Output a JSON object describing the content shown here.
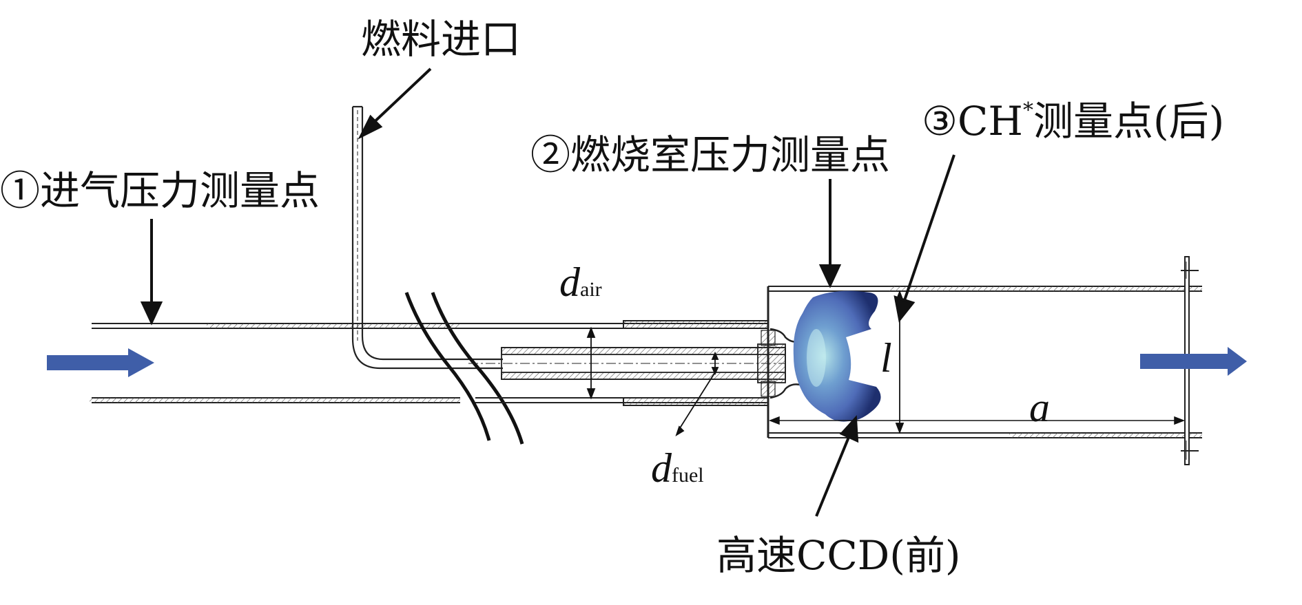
{
  "labels": {
    "fuel_inlet": "燃料进口",
    "inlet_pressure": "①进气压力测量点",
    "chamber_pressure": "②燃烧室压力测量点",
    "ch_point_prefix": "③CH",
    "ch_point_sup": "*",
    "ch_point_suffix": "测量点(后)",
    "ccd": "高速CCD(前)",
    "d_air_main": "d",
    "d_air_sub": "air",
    "d_fuel_main": "d",
    "d_fuel_sub": "fuel",
    "length_l": "l",
    "length_a": "a"
  },
  "colors": {
    "flow_arrow": "#3f5ea8",
    "line": "#222222",
    "flame_outer": "#1e2f6e",
    "flame_mid": "#4f6cb8",
    "flame_core": "#b4e3e8"
  }
}
